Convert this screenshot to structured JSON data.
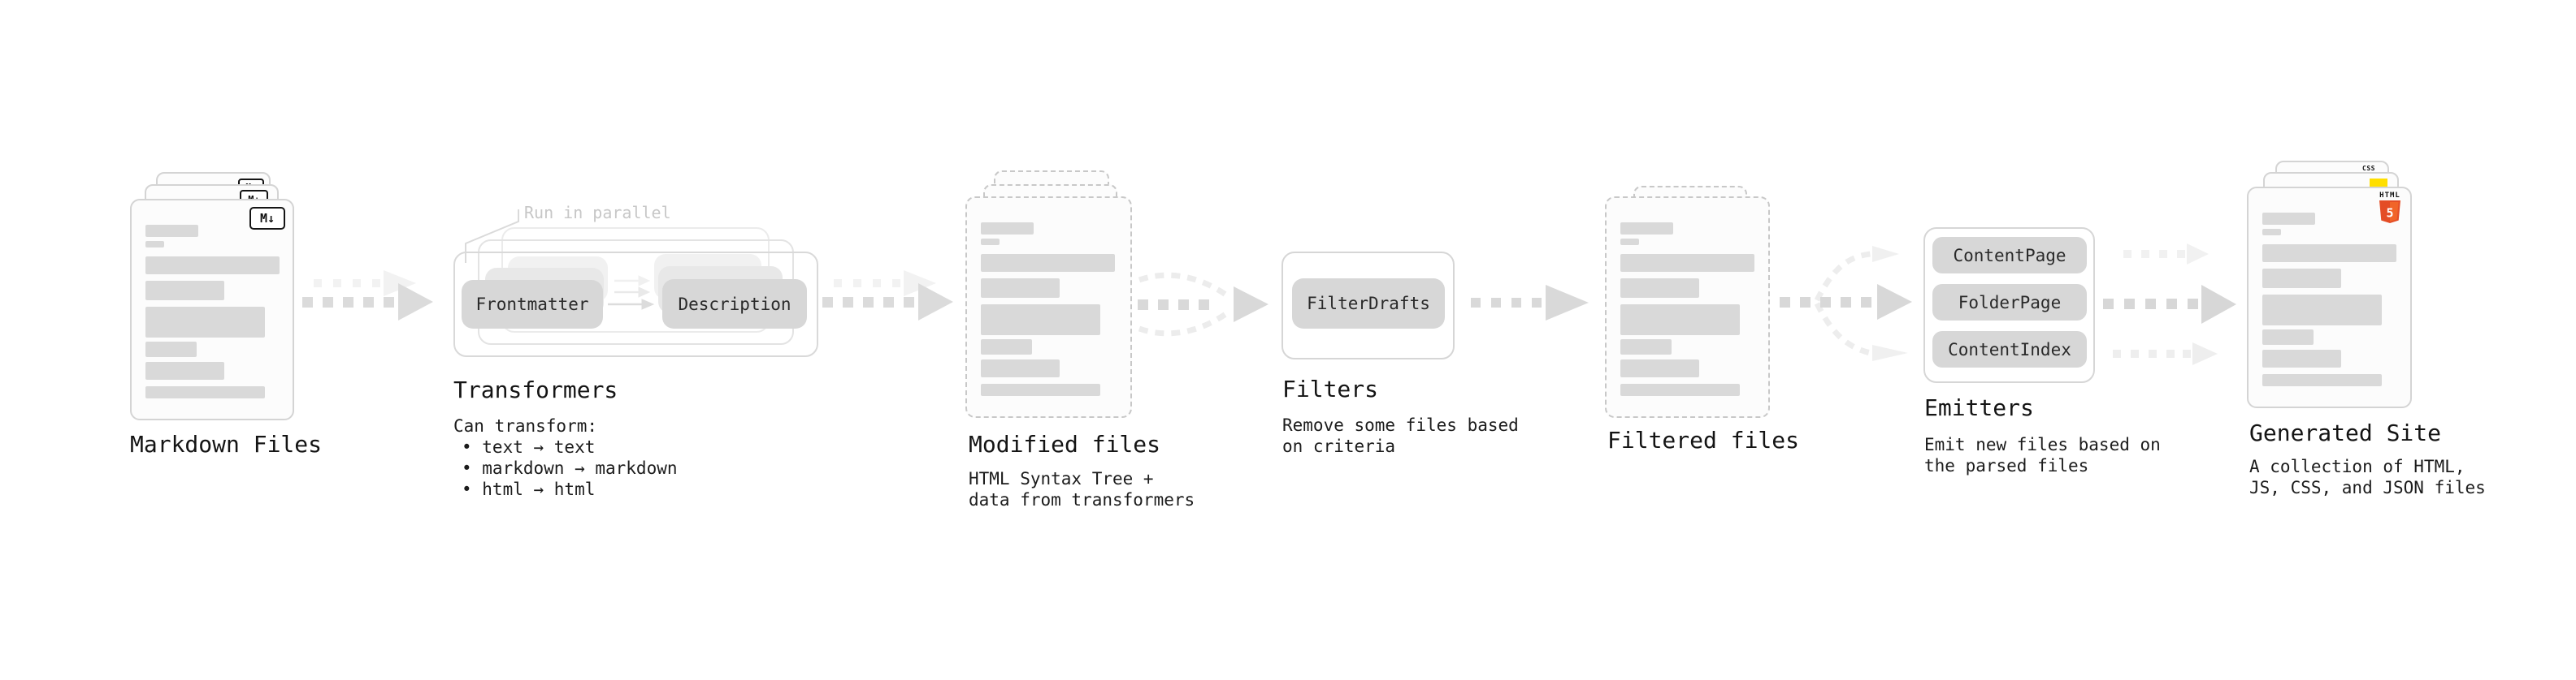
{
  "stages": {
    "markdown": {
      "label": "Markdown Files"
    },
    "transformers": {
      "annotation": "Run in parallel",
      "pill_left": "Frontmatter",
      "pill_right": "Description",
      "title": "Transformers",
      "desc_heading": "Can transform:",
      "bullets": [
        "• text → text",
        "• markdown → markdown",
        "• html → html"
      ]
    },
    "modified": {
      "label": "Modified files",
      "desc": [
        "HTML Syntax Tree +",
        "data from transformers"
      ]
    },
    "filters": {
      "title": "Filters",
      "pill": "FilterDrafts",
      "desc": [
        "Remove some files based",
        "on criteria"
      ]
    },
    "filtered": {
      "label": "Filtered files"
    },
    "emitters": {
      "title": "Emitters",
      "pills": [
        "ContentPage",
        "FolderPage",
        "ContentIndex"
      ],
      "desc": [
        "Emit new files based on",
        "the parsed files"
      ]
    },
    "generated": {
      "label": "Generated Site",
      "desc": [
        "A collection of HTML,",
        "JS, CSS, and JSON files"
      ]
    }
  },
  "icons": {
    "markdown": "M↓",
    "html5_word": "HTML",
    "html5_digit": "5",
    "css_word": "CSS"
  },
  "colors": {
    "bar_gray": "#d9d9d9",
    "pill_gray": "#d7d7d7",
    "arrow_gray": "#dbdbdb",
    "arrow_light": "#f0f0f0",
    "annotation_gray": "#c7c7c7",
    "html5_orange": "#e44d26",
    "js_yellow": "#ffdf00",
    "css_blue": "#2962ff"
  }
}
